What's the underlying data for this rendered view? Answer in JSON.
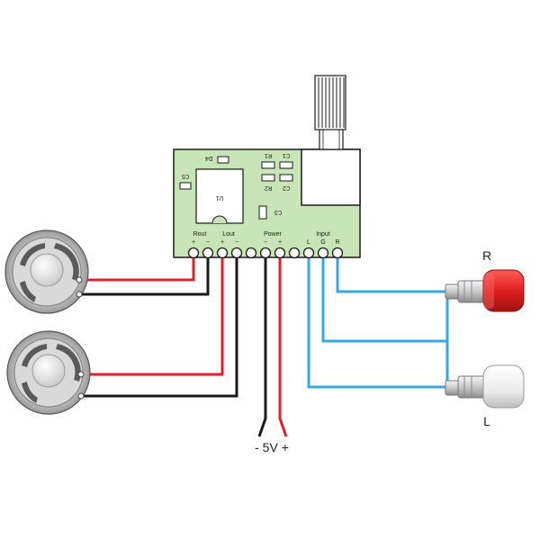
{
  "board": {
    "components": {
      "d4": "D4",
      "r1": "R1",
      "c1": "C1",
      "r2": "R2",
      "c2": "C2",
      "c5": "C5",
      "u1": "U1",
      "c3": "C3"
    },
    "headers": {
      "rout": "Rout",
      "lout": "Lout",
      "power": "Power",
      "input": "Input"
    },
    "pin_marks": {
      "rout_plus": "+",
      "rout_minus": "−",
      "lout_plus": "+",
      "lout_minus": "−",
      "power_minus": "−",
      "power_plus": "+",
      "input_l": "L",
      "input_g": "G",
      "input_r": "R"
    }
  },
  "power_label": "- 5V +",
  "inputs": {
    "right_label": "R",
    "left_label": "L"
  },
  "colors": {
    "pcb": "#c7e5b6",
    "wire_red": "#e0202a",
    "wire_black": "#1a1a1a",
    "wire_blue": "#36a9e1",
    "rca_red": "#e02020",
    "rca_white": "#f2f2f2"
  }
}
